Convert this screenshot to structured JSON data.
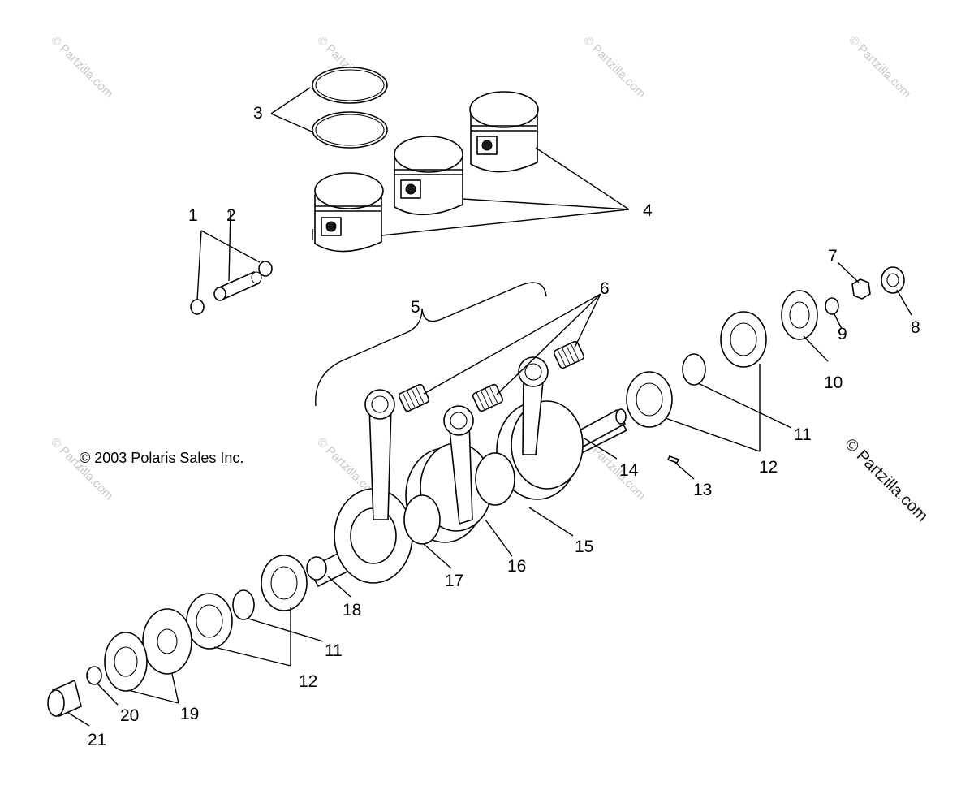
{
  "copyright": "© 2003 Polaris Sales Inc.",
  "watermark": "© Partzilla.com",
  "callouts": [
    "1",
    "2",
    "3",
    "4",
    "5",
    "6",
    "7",
    "8",
    "9",
    "10",
    "11",
    "11",
    "12",
    "12",
    "13",
    "14",
    "15",
    "16",
    "17",
    "18",
    "19",
    "20",
    "21"
  ]
}
